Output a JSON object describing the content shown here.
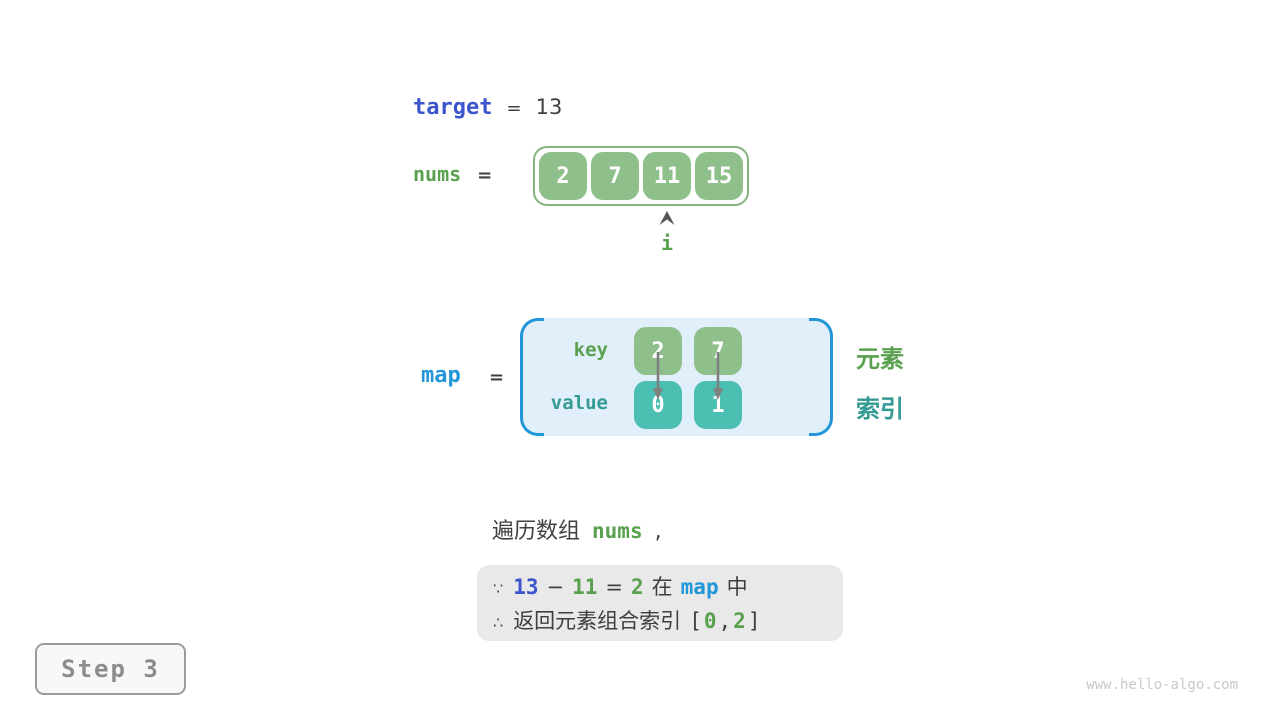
{
  "colors": {
    "royal_blue": "#3b55cc",
    "bright_blue": "#2196d8",
    "green_text": "#5aa14f",
    "green_box": "#8fc08b",
    "teal_text": "#339b93",
    "teal_box": "#4abfb2",
    "dark_text": "#3f3f3f",
    "arrow_gray": "#808080",
    "map_bg": "#e0eff9",
    "conclusion_bg": "#e9e9e9"
  },
  "target_line": {
    "label": "target",
    "equals": "=",
    "value": "13"
  },
  "nums_line": {
    "label": "nums",
    "equals": "=",
    "cells": [
      "2",
      "7",
      "11",
      "15"
    ],
    "pointer_label": "i"
  },
  "map_section": {
    "label": "map",
    "equals": "=",
    "key_label": "key",
    "value_label": "value",
    "keys": [
      "2",
      "7"
    ],
    "values": [
      "0",
      "1"
    ],
    "element_label": "元素",
    "index_label": "索引"
  },
  "caption": {
    "prefix": "遍历数组",
    "code": "nums",
    "comma": ","
  },
  "conclusion": {
    "because_symbol": "∵",
    "minuend": "13",
    "minus": "−",
    "subtrahend": "11",
    "equals": "=",
    "difference": "2",
    "in_word": "在",
    "map_code": "map",
    "in_suffix": "中",
    "therefore_symbol": "∴",
    "result_text": "返回元素组合索引",
    "bracket_open": "[",
    "index_first": "0",
    "comma": ",",
    "index_second": "2",
    "bracket_close": "]"
  },
  "step_badge": {
    "label": "Step 3"
  },
  "watermark": "www.hello-algo.com"
}
